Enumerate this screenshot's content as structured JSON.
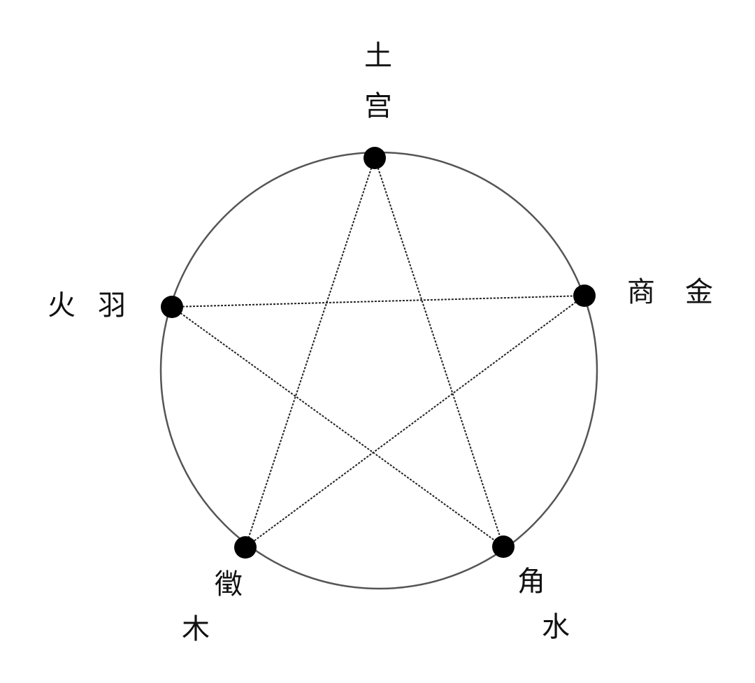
{
  "nodes": [
    {
      "id": "gong",
      "note": "宫",
      "element": "土"
    },
    {
      "id": "shang",
      "note": "商",
      "element": "金"
    },
    {
      "id": "jue",
      "note": "角",
      "element": "水"
    },
    {
      "id": "zhi",
      "note": "徵",
      "element": "木"
    },
    {
      "id": "yu",
      "note": "羽",
      "element": "火"
    }
  ],
  "edges": [
    [
      "gong",
      "zhi"
    ],
    [
      "gong",
      "jue"
    ],
    [
      "yu",
      "shang"
    ],
    [
      "yu",
      "jue"
    ],
    [
      "shang",
      "zhi"
    ]
  ],
  "colors": {
    "circle": "#555555",
    "line": "#222222",
    "dot": "#000000"
  }
}
